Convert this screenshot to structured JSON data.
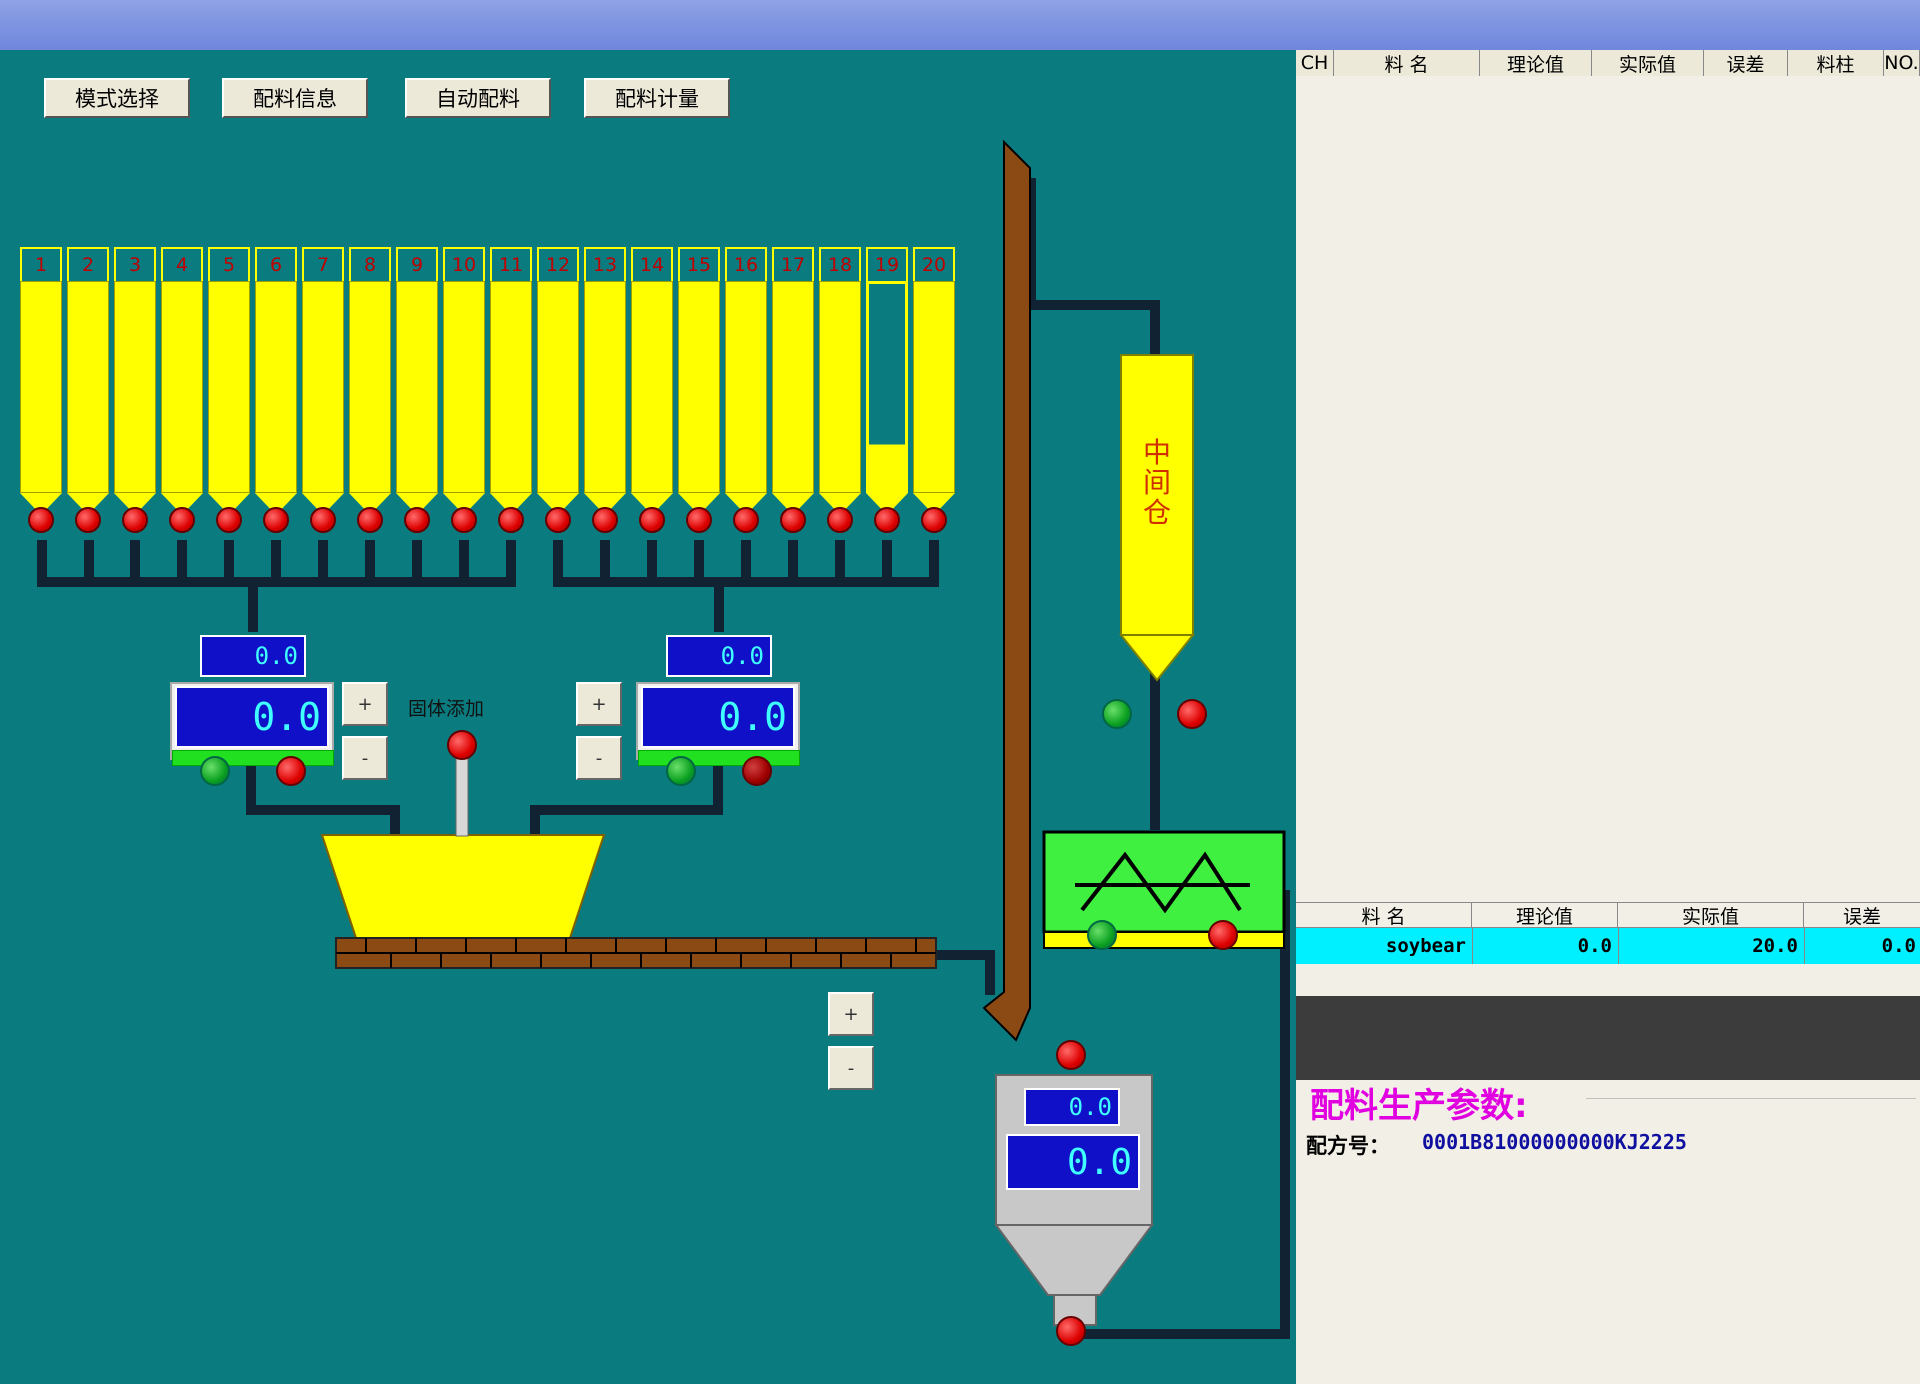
{
  "toolbar": {
    "mode_select": "模式选择",
    "batch_info": "配料信息",
    "auto_batch": "自动配料",
    "batch_metering": "配料计量"
  },
  "bins": [
    "1",
    "2",
    "3",
    "4",
    "5",
    "6",
    "7",
    "8",
    "9",
    "10",
    "11",
    "12",
    "13",
    "14",
    "15",
    "16",
    "17",
    "18",
    "19",
    "20"
  ],
  "scales": {
    "left_small": "0.0",
    "left_big": "0.0",
    "right_small": "0.0",
    "right_big": "0.0",
    "bottom_small": "0.0",
    "bottom_big": "0.0"
  },
  "controls": {
    "plus": "+",
    "minus": "-",
    "solid_add_label": "固体添加"
  },
  "intermediate_bin_label": "中间仓",
  "top_table": {
    "headers": [
      "CH",
      "料  名",
      "理论值",
      "实际值",
      "误差",
      "料柱",
      "NO."
    ]
  },
  "bottom_table": {
    "headers": [
      "料  名",
      "理论值",
      "实际值",
      "误差"
    ],
    "rows": [
      {
        "name": "soybear",
        "theoretical": "0.0",
        "actual": "20.0",
        "error": "0.0"
      }
    ]
  },
  "params": {
    "title": "配料生产参数:",
    "recipe_label": "配方号：",
    "recipe_value": "0001B81000000000KJ2225"
  },
  "colors": {
    "background": "#0a7c80",
    "bin_yellow": "#ffff00",
    "readout_blue": "#1010c8",
    "params_title": "#e000e0",
    "row_highlight": "#00f0ff"
  }
}
